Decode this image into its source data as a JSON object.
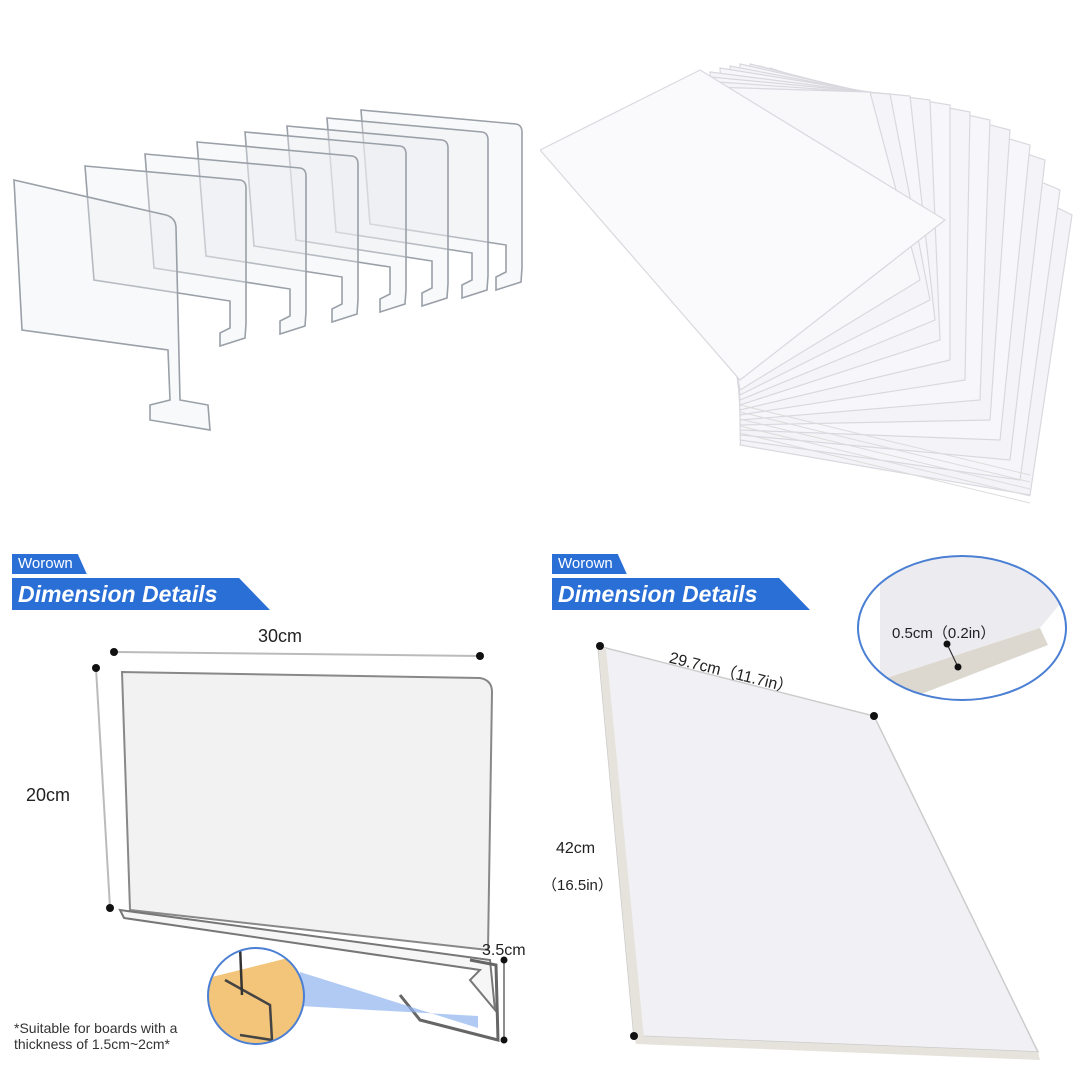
{
  "panels": {
    "top_left": {
      "description": "Nine clear acrylic shelf dividers arranged in a diagonal row"
    },
    "top_right": {
      "description": "Fanned stack of white foam boards"
    },
    "bottom_left": {
      "brand": "Worown",
      "title": "Dimension Details",
      "width_label": "30cm",
      "height_label": "20cm",
      "base_height_label": "3.5cm",
      "note_line1": "*Suitable for boards with a",
      "note_line2": "thickness of  1.5cm~2cm*"
    },
    "bottom_right": {
      "brand": "Worown",
      "title": "Dimension Details",
      "width_label": "29.7cm（11.7in）",
      "height_label_cm": "42cm",
      "height_label_in": "（16.5in）",
      "thickness_label": "0.5cm（0.2in）"
    }
  },
  "colors": {
    "brand_blue": "#2a6fd6",
    "callout_circle": "#4a7fd4",
    "wood": "#f3c57a",
    "highlight_beam": "#8fb3f0"
  }
}
